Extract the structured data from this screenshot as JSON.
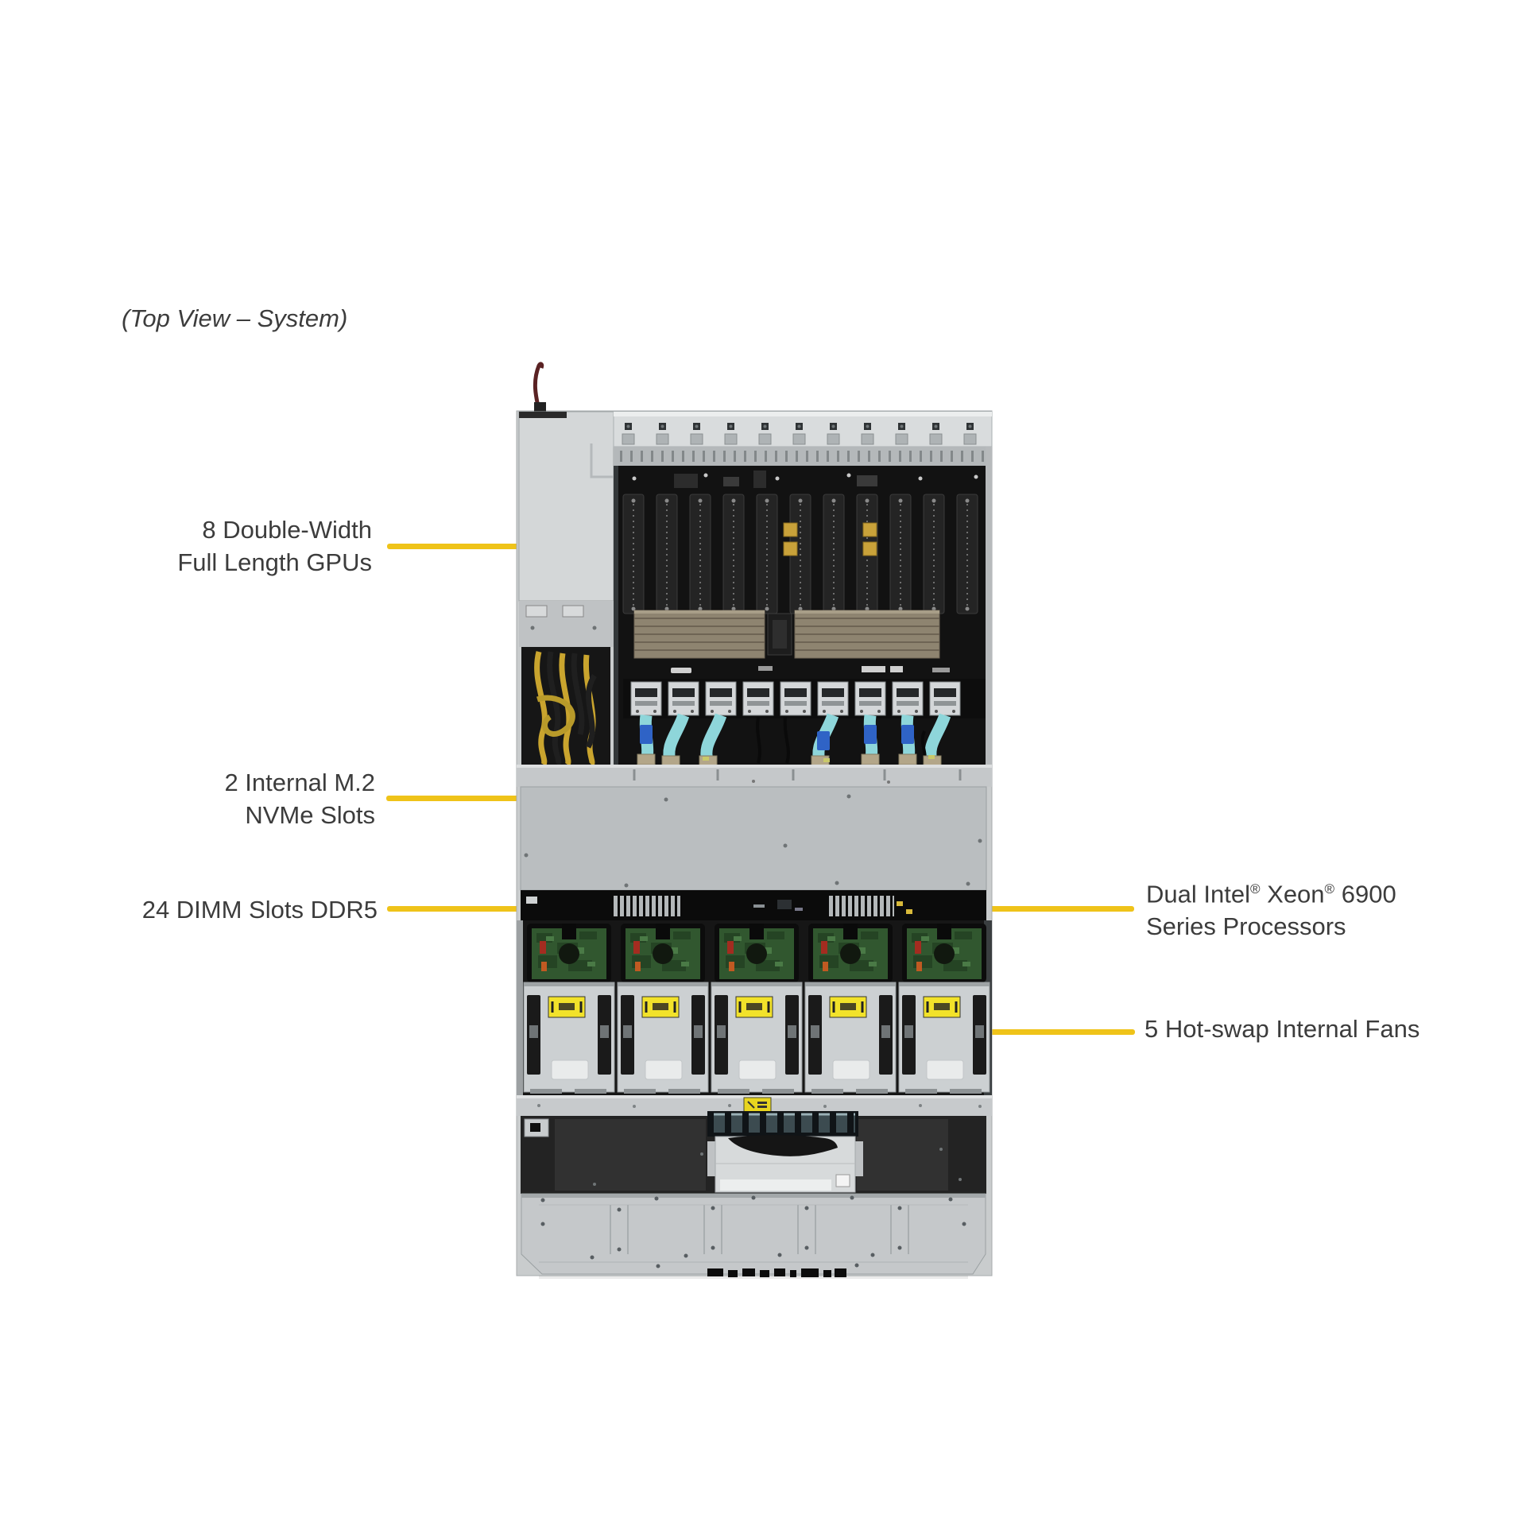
{
  "title": "(Top View – System)",
  "colors": {
    "callout_line": "#EFC319",
    "label_text": "#3C3C3C"
  },
  "callouts": {
    "gpus": {
      "line1": "8 Double-Width",
      "line2": "Full Length GPUs"
    },
    "m2": {
      "line1": "2 Internal M.2",
      "line2": "NVMe Slots"
    },
    "dimm": {
      "line1": "24 DIMM Slots DDR5"
    },
    "cpu": {
      "line1_parts": [
        "Dual Intel",
        "®",
        " Xeon",
        "®",
        " 6900"
      ],
      "line2": "Series Processors"
    },
    "fans": {
      "line1": "5 Hot-swap Internal Fans"
    }
  }
}
